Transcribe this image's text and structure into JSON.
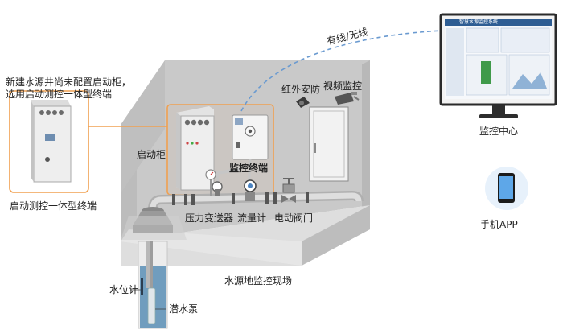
{
  "labels": {
    "note": "新建水源井尚未配置启动柜，\n选用启动测控一体型终端",
    "integrated_terminal": "启动测控一体型终端",
    "link": "有线/无线",
    "monitoring_center": "监控中心",
    "mobile_app": "手机APP",
    "infrared": "红外安防",
    "video": "视频监控",
    "start_cabinet": "启动柜",
    "monitor_terminal": "监控终端",
    "pressure_transmitter": "压力变送器",
    "flow_meter": "流量计",
    "electric_valve": "电动阀门",
    "water_level_meter": "水位计",
    "submersible_pump": "潜水泵",
    "site": "水源地监控现场"
  },
  "screen": {
    "title": "智慧水源监控系统"
  },
  "colors": {
    "highlight": "#f0a050",
    "link": "#6a9ad0",
    "room_wall": "#cfcfcf",
    "water": "#5b8fb6"
  }
}
